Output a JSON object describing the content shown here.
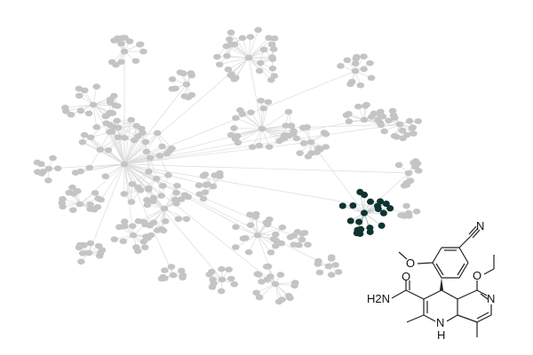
{
  "colors": {
    "node_default": "#c4c4c4",
    "node_highlight": "#0e3431",
    "edge_default": "#dcdcdc",
    "edge_highlight": "#b9c4c2",
    "bond": "#222222"
  },
  "molecule": {
    "atoms": {
      "nitrile_n": "N",
      "methoxy_o": "O",
      "ethoxy_o": "O",
      "carbonyl_o": "O",
      "pyridine_n": "N",
      "amine_nh2": "H2N",
      "ring_nh_n": "N",
      "ring_nh_h": "H"
    }
  }
}
